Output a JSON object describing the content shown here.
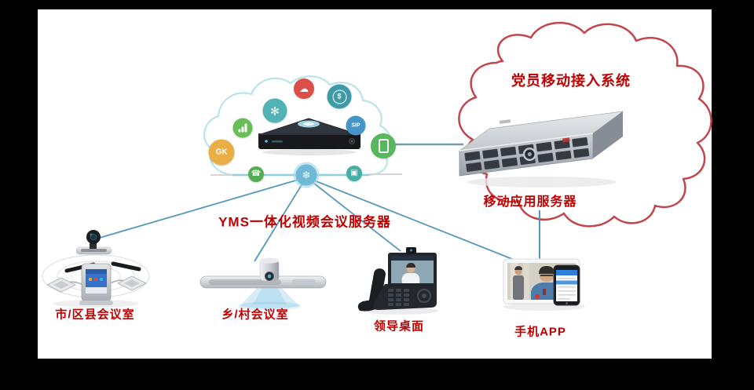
{
  "colors": {
    "frame": "#000000",
    "canvas": "#ffffff",
    "label_red": "#c00000",
    "connection_line": "#4e93ba",
    "yms_cloud_outline": "#b5e2e6",
    "party_cloud_outline": "#c2454d"
  },
  "yms_cloud": {
    "label": "YMS一体化视频会议服务器",
    "icons": [
      {
        "name": "gk-icon",
        "text": "GK",
        "color": "#e9ae45"
      },
      {
        "name": "analytics-icon",
        "text": "",
        "color": "#67bd58"
      },
      {
        "name": "settings-icon",
        "text": "✻",
        "color": "#53b2b4"
      },
      {
        "name": "cloud-record-icon",
        "text": "☁",
        "color": "#da4f49"
      },
      {
        "name": "billing-icon",
        "text": "$",
        "color": "#3f9aa8"
      },
      {
        "name": "sip-icon",
        "text": "SIP",
        "color": "#4596c8"
      },
      {
        "name": "mobile-device-icon",
        "text": "",
        "color": "#57b75c"
      },
      {
        "name": "phone-icon",
        "text": "☎",
        "color": "#53ae53"
      },
      {
        "name": "hub-icon",
        "text": "❄",
        "color": "#6db9d6"
      },
      {
        "name": "display-icon",
        "text": "▣",
        "color": "#43b0a5"
      }
    ]
  },
  "party_cloud": {
    "title": "党员移动接入系统",
    "server_label": "移动应用服务器"
  },
  "endpoints": [
    {
      "id": "city-district-room",
      "label": "市/区县会议室"
    },
    {
      "id": "village-room",
      "label": "乡/村会议室"
    },
    {
      "id": "leader-desktop",
      "label": "领导桌面"
    },
    {
      "id": "mobile-app",
      "label": "手机APP"
    }
  ],
  "connections": [
    {
      "from": "yms-hub",
      "to": "city-district-room"
    },
    {
      "from": "yms-hub",
      "to": "village-room"
    },
    {
      "from": "yms-hub",
      "to": "leader-desktop"
    },
    {
      "from": "yms-hub",
      "to": "mobile-app"
    },
    {
      "from": "yms-cloud",
      "to": "mobile-app-server"
    },
    {
      "from": "party-cloud",
      "to": "mobile-app"
    }
  ]
}
